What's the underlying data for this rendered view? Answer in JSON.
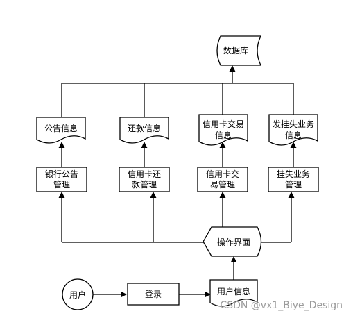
{
  "database": {
    "label": "数据库"
  },
  "documents": [
    {
      "lines": [
        "公告信息"
      ]
    },
    {
      "lines": [
        "还款信息"
      ]
    },
    {
      "lines": [
        "信用卡交易",
        "信息"
      ]
    },
    {
      "lines": [
        "发挂失业务",
        "信息"
      ]
    }
  ],
  "processes": [
    {
      "lines": [
        "银行公告",
        "管理"
      ]
    },
    {
      "lines": [
        "信用卡还",
        "款管理"
      ]
    },
    {
      "lines": [
        "信用卡交",
        "易管理"
      ]
    },
    {
      "lines": [
        "挂失业务",
        "管理"
      ]
    }
  ],
  "interface": {
    "label": "操作界面"
  },
  "user": {
    "label": "用户"
  },
  "login": {
    "label": "登录"
  },
  "user_info": {
    "label": "用户信息"
  },
  "watermark": "CSDN @vx1_Biye_Design"
}
